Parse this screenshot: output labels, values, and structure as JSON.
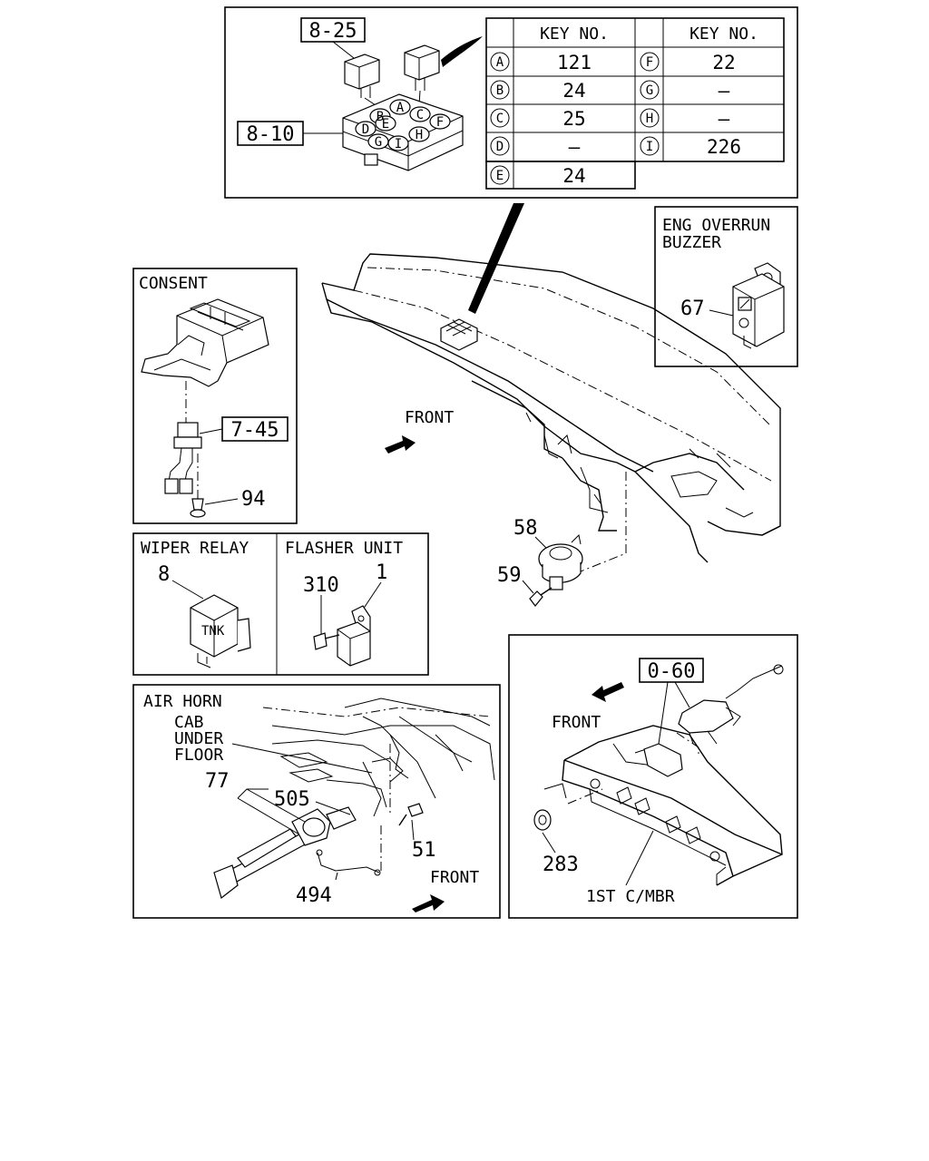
{
  "relay_table": {
    "header_left": "KEY NO.",
    "header_right": "KEY NO.",
    "rows_left": [
      {
        "key": "A",
        "value": "121"
      },
      {
        "key": "B",
        "value": "24"
      },
      {
        "key": "C",
        "value": "25"
      },
      {
        "key": "D",
        "value": "—"
      },
      {
        "key": "E",
        "value": "24"
      }
    ],
    "rows_right": [
      {
        "key": "F",
        "value": "22"
      },
      {
        "key": "G",
        "value": "—"
      },
      {
        "key": "H",
        "value": "—"
      },
      {
        "key": "I",
        "value": "226"
      }
    ]
  },
  "relay_block": {
    "ref_relay": "8-25",
    "ref_block": "8-10",
    "socket_letters": [
      "A",
      "B",
      "C",
      "D",
      "E",
      "F",
      "G",
      "H",
      "I"
    ]
  },
  "buzzer": {
    "title_line1": "ENG OVERRUN",
    "title_line2": "BUZZER",
    "part": "67"
  },
  "consent": {
    "title": "CONSENT",
    "ref": "7-45",
    "part": "94"
  },
  "wiper_relay": {
    "title": "WIPER RELAY",
    "part": "8"
  },
  "flasher_unit": {
    "title": "FLASHER UNIT",
    "part_a": "310",
    "part_b": "1"
  },
  "main": {
    "front_label": "FRONT",
    "part_a": "58",
    "part_b": "59"
  },
  "air_horn": {
    "title": "AIR HORN",
    "callout_line1": "CAB",
    "callout_line2": "UNDER",
    "callout_line3": "FLOOR",
    "part_a": "77",
    "part_b": "505",
    "part_c": "51",
    "part_d": "494",
    "front_label": "FRONT"
  },
  "crossmember": {
    "ref": "0-60",
    "front_label": "FRONT",
    "part": "283",
    "label": "1ST C/MBR"
  }
}
